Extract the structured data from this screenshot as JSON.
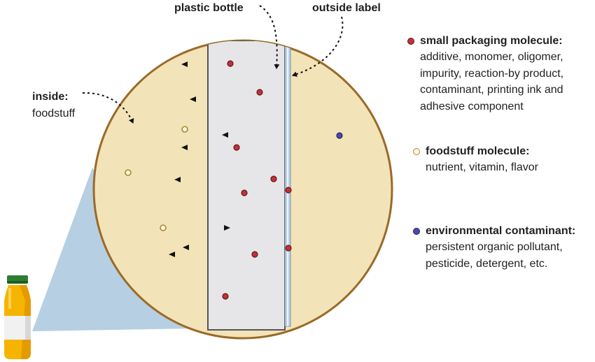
{
  "labels": {
    "plastic_bottle": "plastic bottle",
    "outside_label": "outside label",
    "inside_title": "inside:",
    "inside_desc": "foodstuff"
  },
  "legend": [
    {
      "title": "small packaging molecule:",
      "color": "#c0323a",
      "lines": [
        "additive, monomer, oligomer,",
        "impurity, reaction-by product,",
        "contaminant, printing ink and",
        "adhesive component"
      ]
    },
    {
      "title": "foodstuff molecule:",
      "color": "#a88a2a",
      "lines": [
        "nutrient, vitamin, flavor"
      ]
    },
    {
      "title": "environmental contaminant:",
      "color": "#4a48b0",
      "lines": [
        "persistent organic pollutant,",
        "pesticide, detergent, etc."
      ]
    }
  ],
  "colors": {
    "circle_fill": "#f3e3b8",
    "circle_stroke": "#9a6a28",
    "wall_fill": "#e6e6e8",
    "label_strip": "#b8d2ea",
    "zoom_cone": "#b6cfe3",
    "bottle_juice": "#f5b400",
    "bottle_cap": "#2f7d32"
  }
}
